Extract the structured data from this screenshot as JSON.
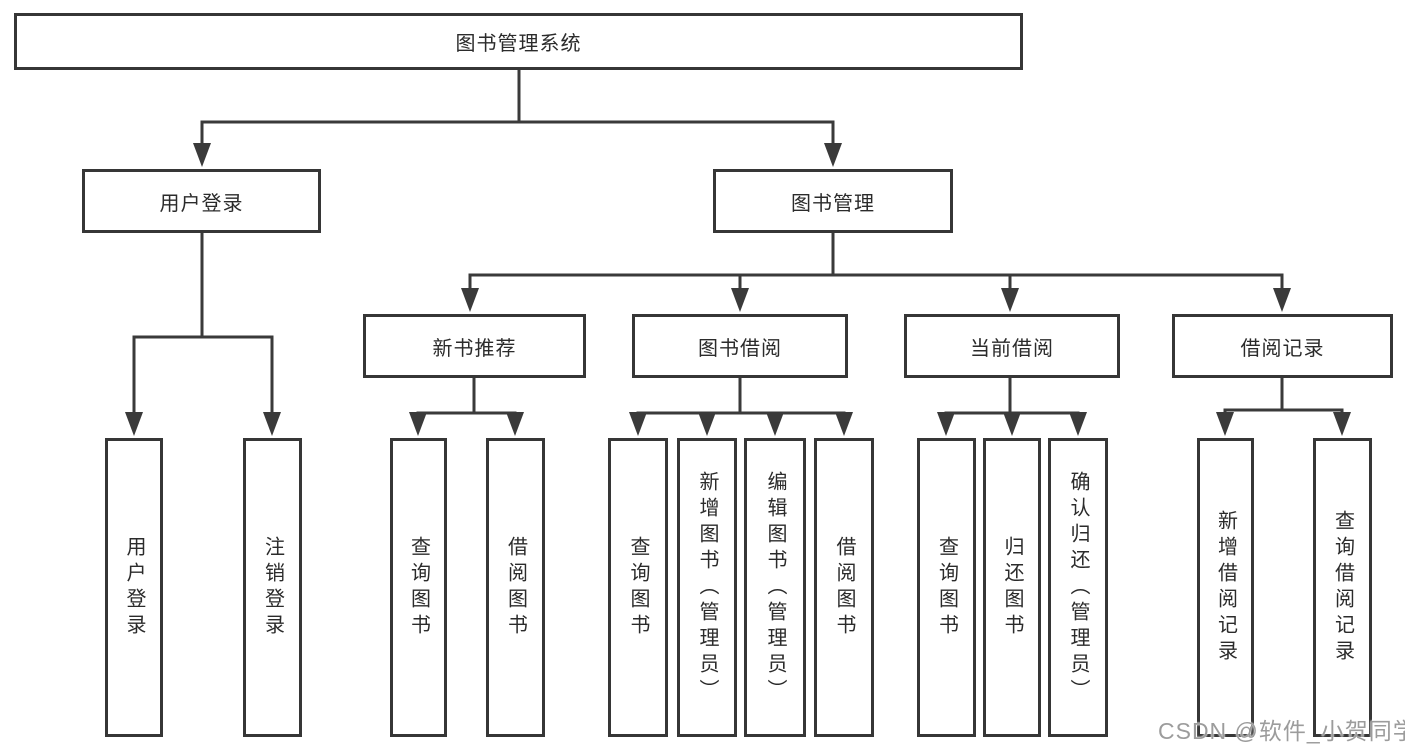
{
  "tree": {
    "label": "图书管理系统",
    "children": [
      {
        "label": "用户登录",
        "children": [
          {
            "label": "用户登录"
          },
          {
            "label": "注销登录"
          }
        ]
      },
      {
        "label": "图书管理",
        "children": [
          {
            "label": "新书推荐",
            "children": [
              {
                "label": "查询图书"
              },
              {
                "label": "借阅图书"
              }
            ]
          },
          {
            "label": "图书借阅",
            "children": [
              {
                "label": "查询图书"
              },
              {
                "label": "新增图书（管理员）"
              },
              {
                "label": "编辑图书（管理员）"
              },
              {
                "label": "借阅图书"
              }
            ]
          },
          {
            "label": "当前借阅",
            "children": [
              {
                "label": "查询图书"
              },
              {
                "label": "归还图书"
              },
              {
                "label": "确认归还（管理员）"
              }
            ]
          },
          {
            "label": "借阅记录",
            "children": [
              {
                "label": "新增借阅记录"
              },
              {
                "label": "查询借阅记录"
              }
            ]
          }
        ]
      }
    ]
  },
  "watermark": {
    "text": "CSDN @软件_小贺同学"
  },
  "colors": {
    "line": "#3a3a3a",
    "box_border": "#363636",
    "box_background": "#ffffff",
    "text": "#2b2b2b",
    "watermark": "#9c9c9c"
  }
}
